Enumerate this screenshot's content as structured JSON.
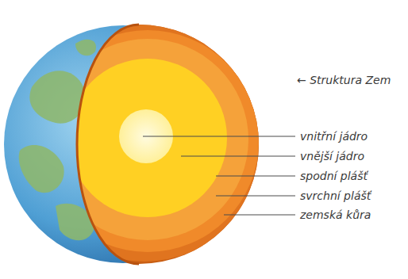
{
  "diagram": {
    "labels": [
      "← Struktura Zem",
      "vnitřní jádro",
      "vnější jádro",
      "spodní plášť",
      "svrchní plášť",
      "zemská kůra"
    ]
  }
}
